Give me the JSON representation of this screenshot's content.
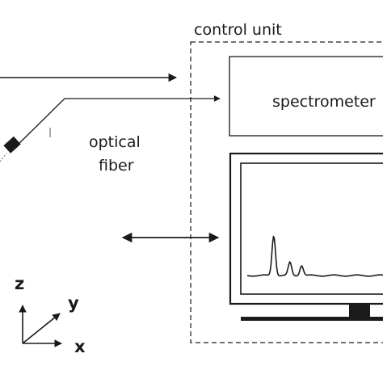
{
  "control_unit": {
    "label": "control unit"
  },
  "spectrometer": {
    "label": "spectrometer"
  },
  "optical_fiber": {
    "line1": "optical",
    "line2": "fiber"
  },
  "axes": {
    "z": "z",
    "y": "y",
    "x": "x"
  },
  "monitor": {
    "spectrum_peaks": [
      {
        "position": 0.18,
        "height": 0.55
      },
      {
        "position": 0.29,
        "height": 0.18
      },
      {
        "position": 0.37,
        "height": 0.14
      }
    ]
  }
}
